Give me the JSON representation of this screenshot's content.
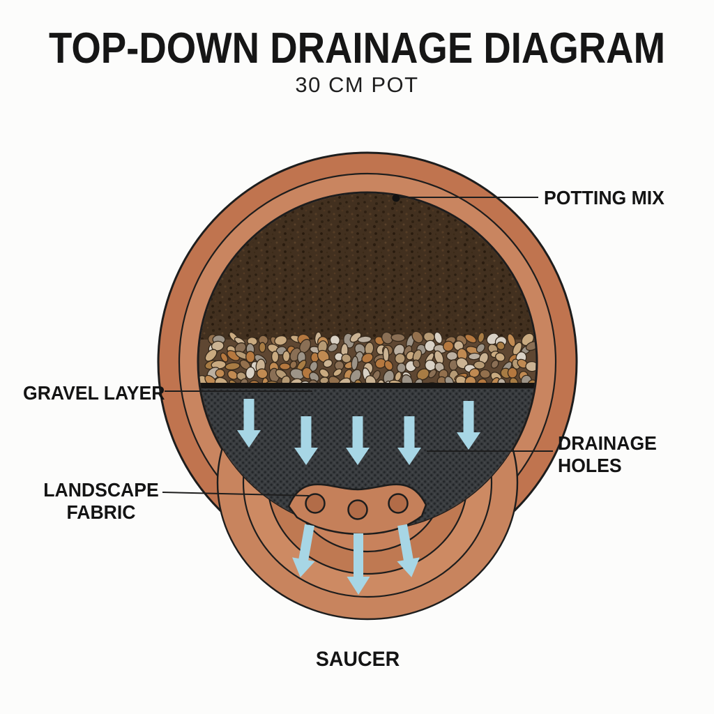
{
  "title": "TOP-DOWN DRAINAGE DIAGRAM",
  "subtitle": "30 CM POT",
  "labels": {
    "potting_mix": "POTTING MIX",
    "gravel_layer": "GRAVEL LAYER",
    "drainage_line1": "DRAINAGE",
    "drainage_line2": "HOLES",
    "fabric_line1": "LANDSCAPE",
    "fabric_line2": "FABRIC",
    "saucer": "SAUCER"
  },
  "colors": {
    "background": "#fcfcfb",
    "terracotta_outer": "#c0744f",
    "terracotta_inner": "#c98560",
    "hole_band": "#c5805a",
    "hole_fill": "#b26c48",
    "saucer_band_1": "#c8845e",
    "saucer_band_2": "#cd8a63",
    "saucer_band_3": "#bf7952",
    "saucer_band_4": "#c8825c",
    "soil": "#42301f",
    "gravel_ground": "#5f4732",
    "fabric": "#3a3d40",
    "divider": "#161412",
    "arrow": "#a7d6e5",
    "line": "#1d1d1d",
    "outline": "#1d1d1d"
  }
}
